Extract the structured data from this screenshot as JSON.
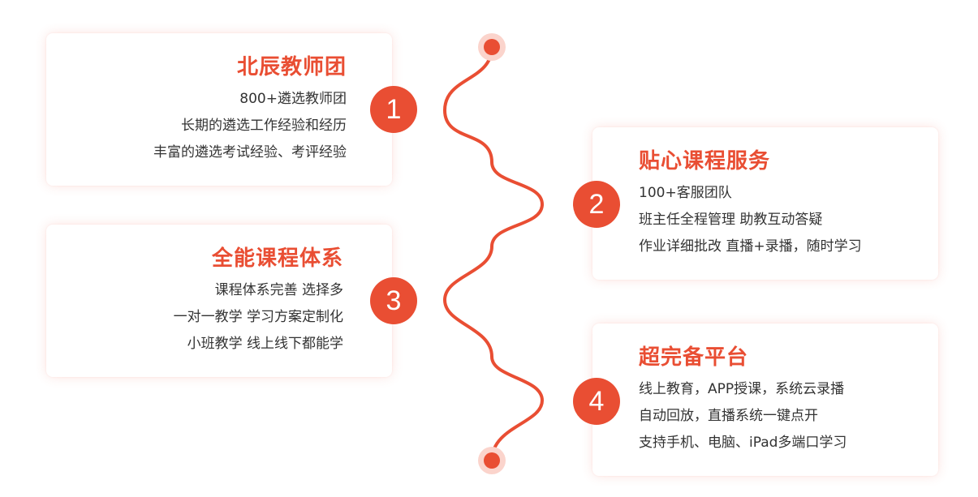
{
  "colors": {
    "accent": "#e94e33",
    "text": "#333333",
    "dot_halo": "#fbd4cc"
  },
  "cards": [
    {
      "number": "1",
      "title": "北辰教师团",
      "lines": [
        "800+遴选教师团",
        "长期的遴选工作经验和经历",
        "丰富的遴选考试经验、考评经验"
      ]
    },
    {
      "number": "2",
      "title": "贴心课程服务",
      "lines": [
        "100+客服团队",
        "班主任全程管理  助教互动答疑",
        "作业详细批改  直播+录播，随时学习"
      ]
    },
    {
      "number": "3",
      "title": "全能课程体系",
      "lines": [
        "课程体系完善 选择多",
        "一对一教学 学习方案定制化",
        "小班教学 线上线下都能学"
      ]
    },
    {
      "number": "4",
      "title": "超完备平台",
      "lines": [
        "线上教育，APP授课，系统云录播",
        "自动回放，直播系统一键点开",
        "支持手机、电脑、iPad多端口学习"
      ]
    }
  ]
}
